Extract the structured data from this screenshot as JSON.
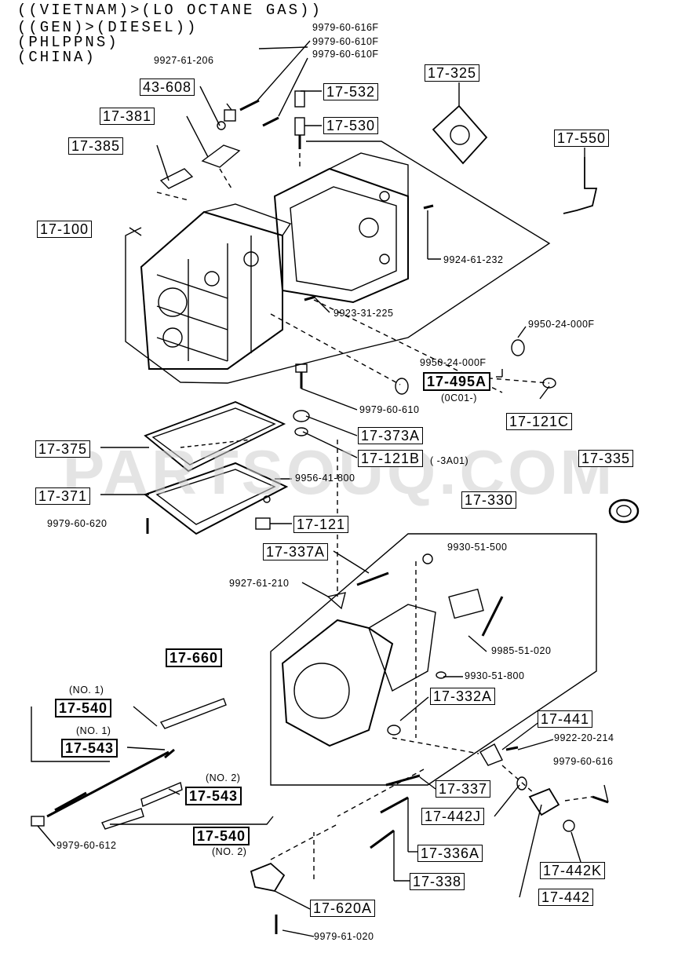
{
  "header": {
    "line1": "((VIETNAM)>(LO OCTANE GAS))",
    "line2": "((GEN)>(DIESEL))",
    "line3": "(PHLPPNS)",
    "line4": "(CHINA)"
  },
  "watermark": "PARTSOUQ.COM",
  "boxes": {
    "b43608": "43-608",
    "b17532": "17-532",
    "b17325": "17-325",
    "b17381": "17-381",
    "b17530": "17-530",
    "b17385": "17-385",
    "b17550": "17-550",
    "b17100": "17-100",
    "b17495A": "17-495A",
    "b17121C": "17-121C",
    "b17373A": "17-373A",
    "b17375": "17-375",
    "b17121B": "17-121B",
    "b17335": "17-335",
    "b17371": "17-371",
    "b17330": "17-330",
    "b17121": "17-121",
    "b17337A": "17-337A",
    "b17660": "17-660",
    "b17332A": "17-332A",
    "b17540a": "17-540",
    "b17441": "17-441",
    "b17543a": "17-543",
    "b17543b": "17-543",
    "b17337": "17-337",
    "b17442J": "17-442J",
    "b17540b": "17-540",
    "b17336A": "17-336A",
    "b17338": "17-338",
    "b17442K": "17-442K",
    "b17442": "17-442",
    "b17620A": "17-620A"
  },
  "labels": {
    "l616F": "9979-60-616F",
    "l610F1": "9979-60-610F",
    "l206": "9927-61-206",
    "l610F2": "9979-60-610F",
    "l232": "9924-61-232",
    "l225": "9923-31-225",
    "l000F1": "9950-24-000F",
    "l000F2": "9950-24-000F",
    "l0C01": "(0C01-)",
    "l610": "9979-60-610",
    "l3A01": "( -3A01)",
    "l800": "9956-41-800",
    "l620": "9979-60-620",
    "l500": "9930-51-500",
    "l210": "9927-61-210",
    "l020": "9985-51-020",
    "l800b": "9930-51-800",
    "lno1a": "(NO. 1)",
    "lno1b": "(NO. 1)",
    "l214": "9922-20-214",
    "lno2a": "(NO. 2)",
    "l616": "9979-60-616",
    "l612": "9979-60-612",
    "lno2b": "(NO. 2)",
    "l61020": "9979-61-020"
  }
}
